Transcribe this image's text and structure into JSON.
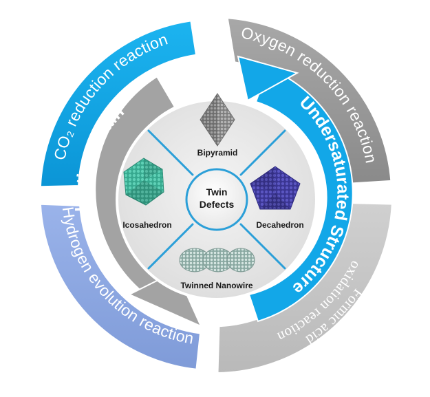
{
  "outer_ring": {
    "co2": "CO₂ reduction reaction",
    "orr": "Oxygen reduction reaction",
    "her": "Hydrogen evolution reaction",
    "foar_line1": "Formic acid",
    "foar_line2": "oxidation reaction"
  },
  "middle_ring": {
    "lattice": "Lattice Strain",
    "under": "Undersaturated Structure"
  },
  "inner": {
    "bipyramid": "Bipyramid",
    "decahedron": "Decahedron",
    "icosahedron": "Icosahedron",
    "nanowire": "Twinned Nanowire"
  },
  "center": {
    "line1": "Twin",
    "line2": "Defects"
  },
  "colors": {
    "blue": "#12a7e8",
    "gray": "#9a9a9a",
    "light_blue": "#8fa9e2",
    "light_gray": "#c6c6c6",
    "teal": "#45bfa4",
    "indigo": "#4a45a8"
  }
}
